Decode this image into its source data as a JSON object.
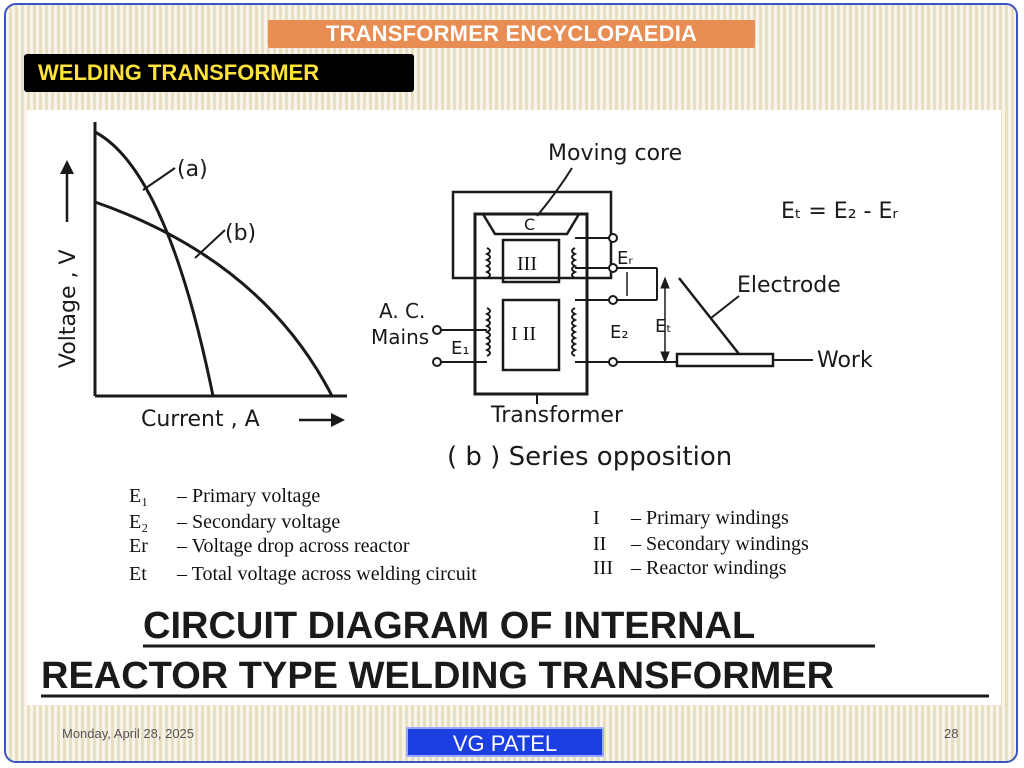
{
  "header": {
    "top_title": "TRANSFORMER ENCYCLOPAEDIA",
    "section_title": "WELDING TRANSFORMER"
  },
  "graph": {
    "y_label": "Voltage , V",
    "x_label": "Current , A",
    "curve_a": "(a)",
    "curve_b": "(b)"
  },
  "circuit": {
    "moving_core": "Moving core",
    "core_c": "C",
    "reactor": "III",
    "main_windings": "I II",
    "ac_mains_1": "A. C.",
    "ac_mains_2": "Mains",
    "e1": "E₁",
    "er": "Eᵣ",
    "e2": "E₂",
    "et": "Eₜ",
    "electrode": "Electrode",
    "work": "Work",
    "transformer": "Transformer",
    "equation": "Eₜ = E₂ - Eᵣ",
    "caption": "( b ) Series   opposition"
  },
  "legend_left": [
    {
      "sym": "E₁",
      "desc": "– Primary voltage"
    },
    {
      "sym": "E₂",
      "desc": "– Secondary voltage"
    },
    {
      "sym": "Er",
      "desc": "– Voltage drop across reactor"
    },
    {
      "sym": "Et",
      "desc": "– Total voltage across welding circuit"
    }
  ],
  "legend_right": [
    {
      "sym": "I",
      "desc": "– Primary windings"
    },
    {
      "sym": "II",
      "desc": "– Secondary windings"
    },
    {
      "sym": "III",
      "desc": "– Reactor windings"
    }
  ],
  "title_lines": [
    "CIRCUIT DIAGRAM OF INTERNAL",
    "REACTOR TYPE WELDING TRANSFORMER"
  ],
  "footer": {
    "date": "Monday, April 28, 2025",
    "author": "VG PATEL",
    "page": "28"
  }
}
